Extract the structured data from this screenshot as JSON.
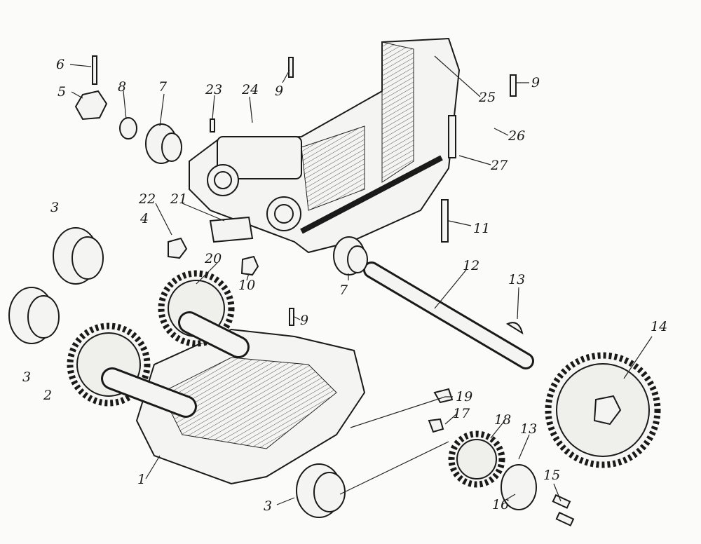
{
  "diagram": {
    "title": "Exploded view of gear housing assembly",
    "callouts": [
      "6",
      "5",
      "8",
      "7",
      "23",
      "24",
      "9",
      "9",
      "25",
      "26",
      "27",
      "3",
      "22",
      "21",
      "4",
      "20",
      "10",
      "11",
      "7",
      "12",
      "13",
      "3",
      "2",
      "9",
      "14",
      "19",
      "17",
      "18",
      "13",
      "1",
      "3",
      "16",
      "15"
    ]
  }
}
